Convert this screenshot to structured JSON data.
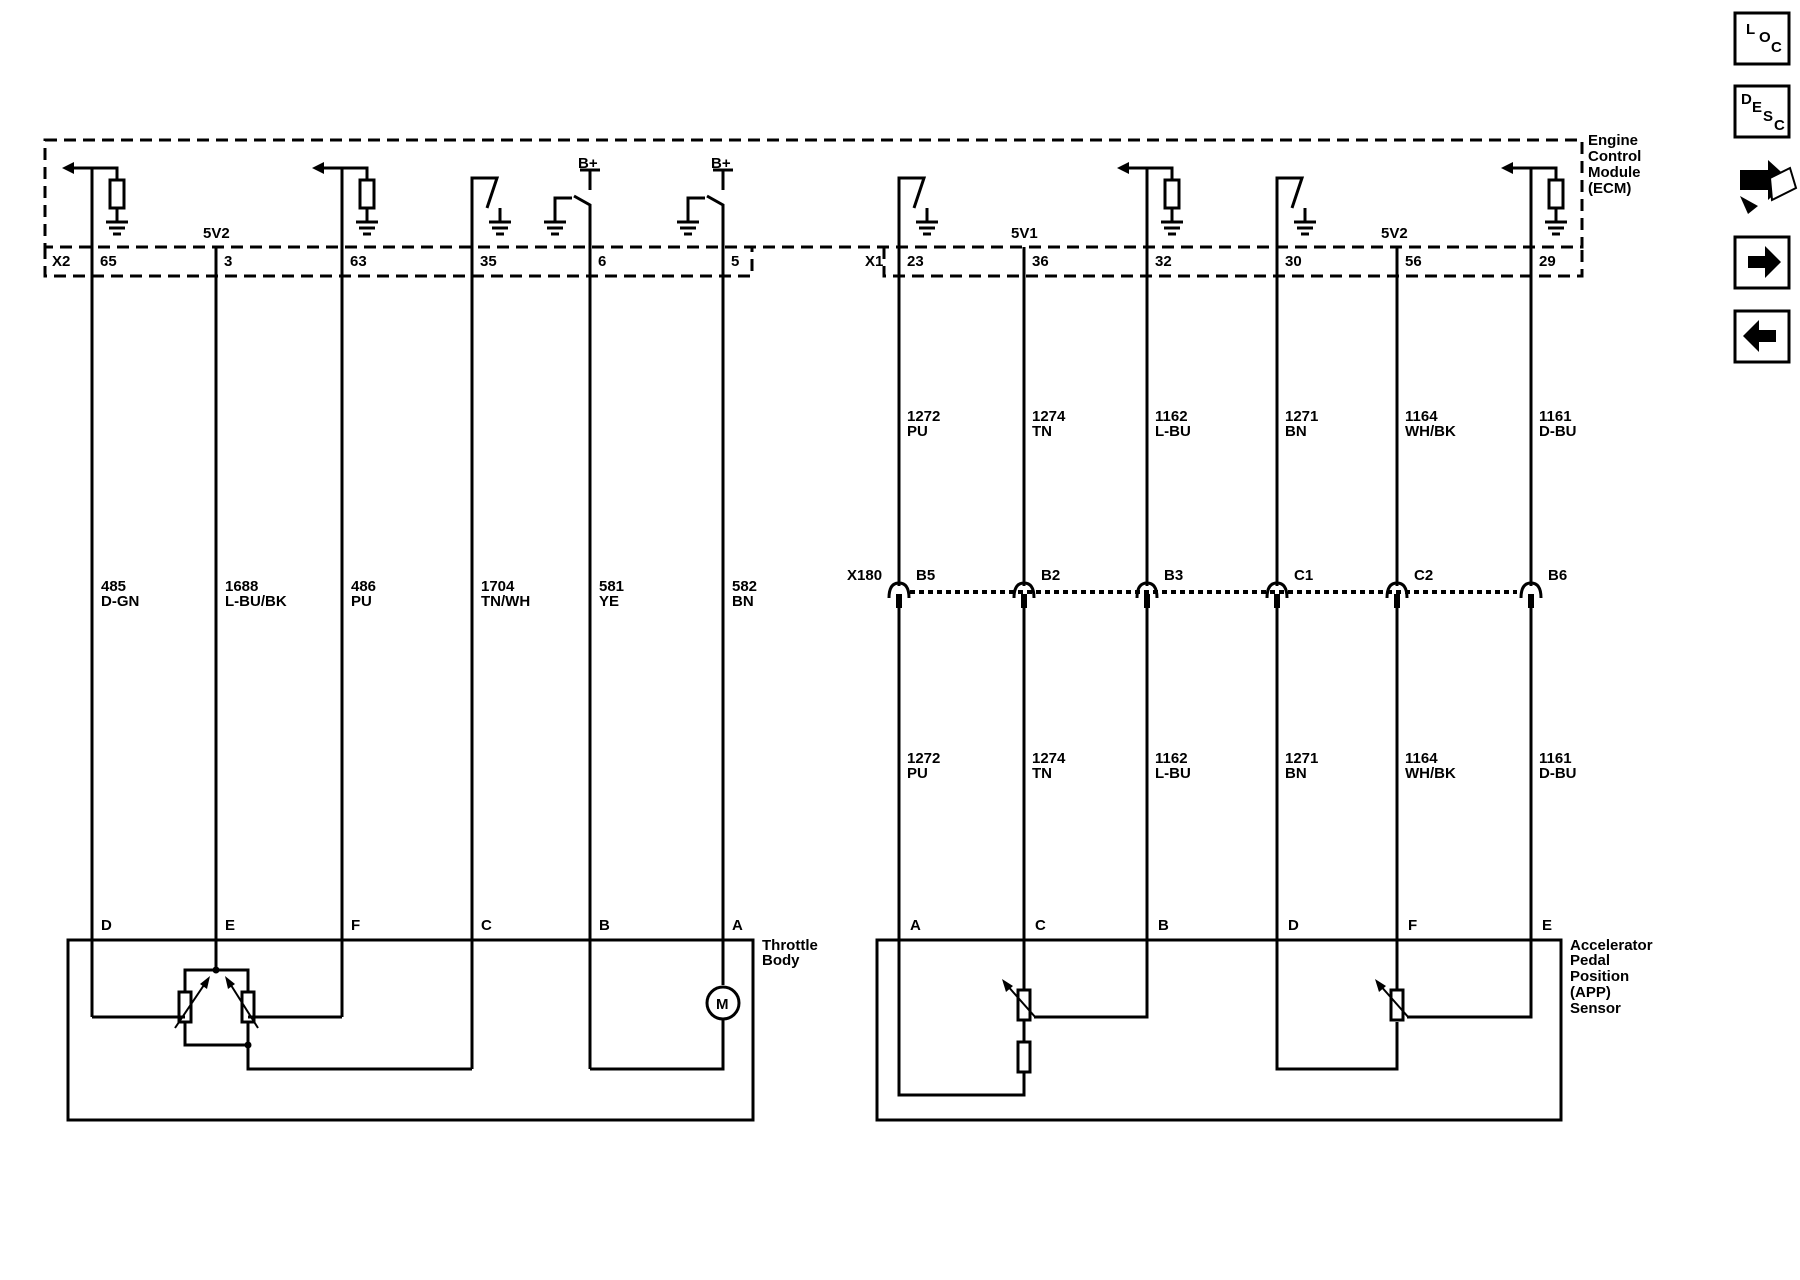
{
  "ecm": {
    "label_lines": [
      "Engine",
      "Control",
      "Module",
      "(ECM)"
    ]
  },
  "connectors": {
    "x2": "X2",
    "x1": "X1",
    "x180": "X180"
  },
  "voltage_refs": {
    "v5v2_left": "5V2",
    "v5v1": "5V1",
    "v5v2_right": "5V2"
  },
  "bplus": {
    "b6": "B+",
    "b5": "B+"
  },
  "left_circuits": [
    {
      "pin": "65",
      "circuit": "485",
      "color": "D-GN",
      "comp_pin": "D"
    },
    {
      "pin": "3",
      "circuit": "1688",
      "color": "L-BU/BK",
      "comp_pin": "E"
    },
    {
      "pin": "63",
      "circuit": "486",
      "color": "PU",
      "comp_pin": "F"
    },
    {
      "pin": "35",
      "circuit": "1704",
      "color": "TN/WH",
      "comp_pin": "C"
    },
    {
      "pin": "6",
      "circuit": "581",
      "color": "YE",
      "comp_pin": "B"
    },
    {
      "pin": "5",
      "circuit": "582",
      "color": "BN",
      "comp_pin": "A"
    }
  ],
  "right_circuits": [
    {
      "pin": "23",
      "circuit": "1272",
      "color": "PU",
      "x180_pin": "B5",
      "comp_pin": "A"
    },
    {
      "pin": "36",
      "circuit": "1274",
      "color": "TN",
      "x180_pin": "B2",
      "comp_pin": "C"
    },
    {
      "pin": "32",
      "circuit": "1162",
      "color": "L-BU",
      "x180_pin": "B3",
      "comp_pin": "B"
    },
    {
      "pin": "30",
      "circuit": "1271",
      "color": "BN",
      "x180_pin": "C1",
      "comp_pin": "D"
    },
    {
      "pin": "56",
      "circuit": "1164",
      "color": "WH/BK",
      "x180_pin": "C2",
      "comp_pin": "F"
    },
    {
      "pin": "29",
      "circuit": "1161",
      "color": "D-BU",
      "x180_pin": "B6",
      "comp_pin": "E"
    }
  ],
  "throttle_body": {
    "label_lines": [
      "Throttle",
      "Body"
    ],
    "motor": "M"
  },
  "app_sensor": {
    "label_lines": [
      "Accelerator",
      "Pedal",
      "Position",
      "(APP)",
      "Sensor"
    ]
  },
  "sidebar": {
    "loc": {
      "letters": [
        "L",
        "O",
        "C"
      ],
      "icon": "location-icon"
    },
    "desc": {
      "letters": [
        "D",
        "E",
        "S",
        "C"
      ],
      "icon": "description-icon"
    },
    "tools": {
      "icon": "connector-repair-icon"
    },
    "next": {
      "icon": "arrow-right-icon"
    },
    "prev": {
      "icon": "arrow-left-icon"
    }
  }
}
